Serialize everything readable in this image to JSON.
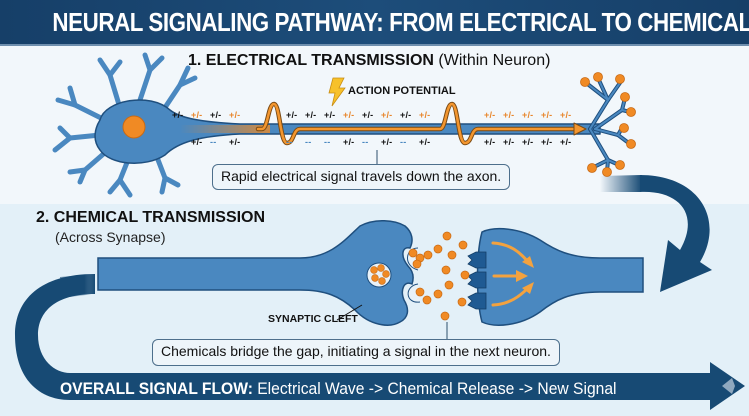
{
  "header": {
    "title": "NEURAL SIGNALING PATHWAY: FROM ELECTRICAL TO CHEMICAL"
  },
  "section1": {
    "title_bold": "1. ELECTRICAL TRANSMISSION",
    "title_normal": " (Within Neuron)",
    "action_potential_label": "ACTION POTENTIAL",
    "action_potential_icon": "lightning-bolt-icon",
    "callout": "Rapid electrical signal travels down the axon.",
    "charges_top": [
      {
        "t": "+/-",
        "c": "dark"
      },
      {
        "t": "+/-",
        "c": "orange"
      },
      {
        "t": "+/-",
        "c": "dark"
      },
      {
        "t": "+/-",
        "c": "orange"
      },
      {
        "t": "+/-",
        "c": "dark"
      },
      {
        "t": "+/-",
        "c": "dark"
      },
      {
        "t": "+/-",
        "c": "dark"
      },
      {
        "t": "+/-",
        "c": "orange"
      },
      {
        "t": "+/-",
        "c": "dark"
      },
      {
        "t": "+/-",
        "c": "orange"
      },
      {
        "t": "+/-",
        "c": "dark"
      },
      {
        "t": "+/-",
        "c": "orange"
      },
      {
        "t": "+/-",
        "c": "orange"
      },
      {
        "t": "+/-",
        "c": "orange"
      },
      {
        "t": "+/-",
        "c": "orange"
      },
      {
        "t": "+/-",
        "c": "orange"
      },
      {
        "t": "+/-",
        "c": "orange"
      }
    ],
    "charges_bottom": [
      {
        "t": "--",
        "c": "blue"
      },
      {
        "t": "+/-",
        "c": "dark"
      },
      {
        "t": "--",
        "c": "blue"
      },
      {
        "t": "+/-",
        "c": "dark"
      },
      {
        "t": "--",
        "c": "blue"
      },
      {
        "t": "--",
        "c": "blue"
      },
      {
        "t": "--",
        "c": "blue"
      },
      {
        "t": "+/-",
        "c": "dark"
      },
      {
        "t": "--",
        "c": "blue"
      },
      {
        "t": "+/-",
        "c": "dark"
      },
      {
        "t": "--",
        "c": "blue"
      },
      {
        "t": "+/-",
        "c": "dark"
      },
      {
        "t": "+/-",
        "c": "dark"
      },
      {
        "t": "+/-",
        "c": "dark"
      },
      {
        "t": "+/-",
        "c": "dark"
      },
      {
        "t": "+/-",
        "c": "dark"
      },
      {
        "t": "+/-",
        "c": "dark"
      }
    ]
  },
  "section2": {
    "title": "2. CHEMICAL TRANSMISSION",
    "subtitle": "(Across Synapse)",
    "cleft_label": "SYNAPTIC CLEFT",
    "callout": "Chemicals bridge the gap, initiating a signal in the next neuron."
  },
  "flow": {
    "label_bold": "OVERALL SIGNAL FLOW:",
    "label_rest": " Electrical Wave -> Chemical Release -> New Signal"
  },
  "colors": {
    "header_bg": "#1b4a76",
    "neuron_blue": "#4a88c0",
    "neuron_outline": "#1f4f7e",
    "nucleus_orange": "#f08a24",
    "charge_orange": "#e8852a",
    "charge_blue": "#4a88c0",
    "arrow_navy": "#174a74"
  }
}
